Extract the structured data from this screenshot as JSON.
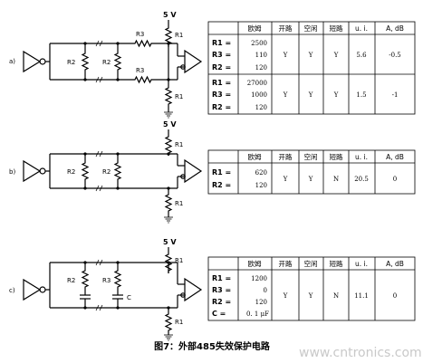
{
  "voltage_label": "5 V",
  "circuit_a": {
    "label": "a)",
    "resistors": {
      "R1_top": "R1",
      "R1_bottom": "R1",
      "R2_left": "R2",
      "R2_right": "R2",
      "R3_top": "R3",
      "R3_bottom": "R3"
    }
  },
  "circuit_b": {
    "label": "b)",
    "resistors": {
      "R1_top": "R1",
      "R1_bottom": "R1",
      "R2_left": "R2",
      "R2_right": "R2"
    }
  },
  "circuit_c": {
    "label": "c)",
    "resistors": {
      "R1_top": "R1",
      "R1_bottom": "R1",
      "R2_left": "R2",
      "R3_left": "R3",
      "C": "C"
    }
  },
  "table_headers": [
    "欧姆",
    "开路",
    "空闲",
    "短路",
    "u. i.",
    "A, dB"
  ],
  "table_a": {
    "row_labels": [
      "R1 =",
      "R3 =",
      "R2 =",
      "R1 =",
      "R3 =",
      "R2 ="
    ],
    "ohm_values": [
      "2500",
      "110",
      "120",
      "27000",
      "1000",
      "120"
    ],
    "groups": [
      {
        "open": "Y",
        "idle": "Y",
        "short": "Y",
        "ui": "5.6",
        "adb": "-0.5"
      },
      {
        "open": "Y",
        "idle": "Y",
        "short": "Y",
        "ui": "1.5",
        "adb": "-1"
      }
    ]
  },
  "table_b": {
    "row_labels": [
      "R1 =",
      "R2 ="
    ],
    "ohm_values": [
      "620",
      "120"
    ],
    "open": "Y",
    "idle": "Y",
    "short": "N",
    "ui": "20.5",
    "adb": "0"
  },
  "table_c": {
    "row_labels": [
      "R1 =",
      "R3 =",
      "R2 =",
      "C ="
    ],
    "ohm_values": [
      "1200",
      "0",
      "120",
      "0. 1 μF"
    ],
    "open": "Y",
    "idle": "Y",
    "short": "N",
    "ui": "11.1",
    "adb": "0"
  },
  "caption": "图7：外部485失效保护电路",
  "watermark": "www.cntronics.com"
}
